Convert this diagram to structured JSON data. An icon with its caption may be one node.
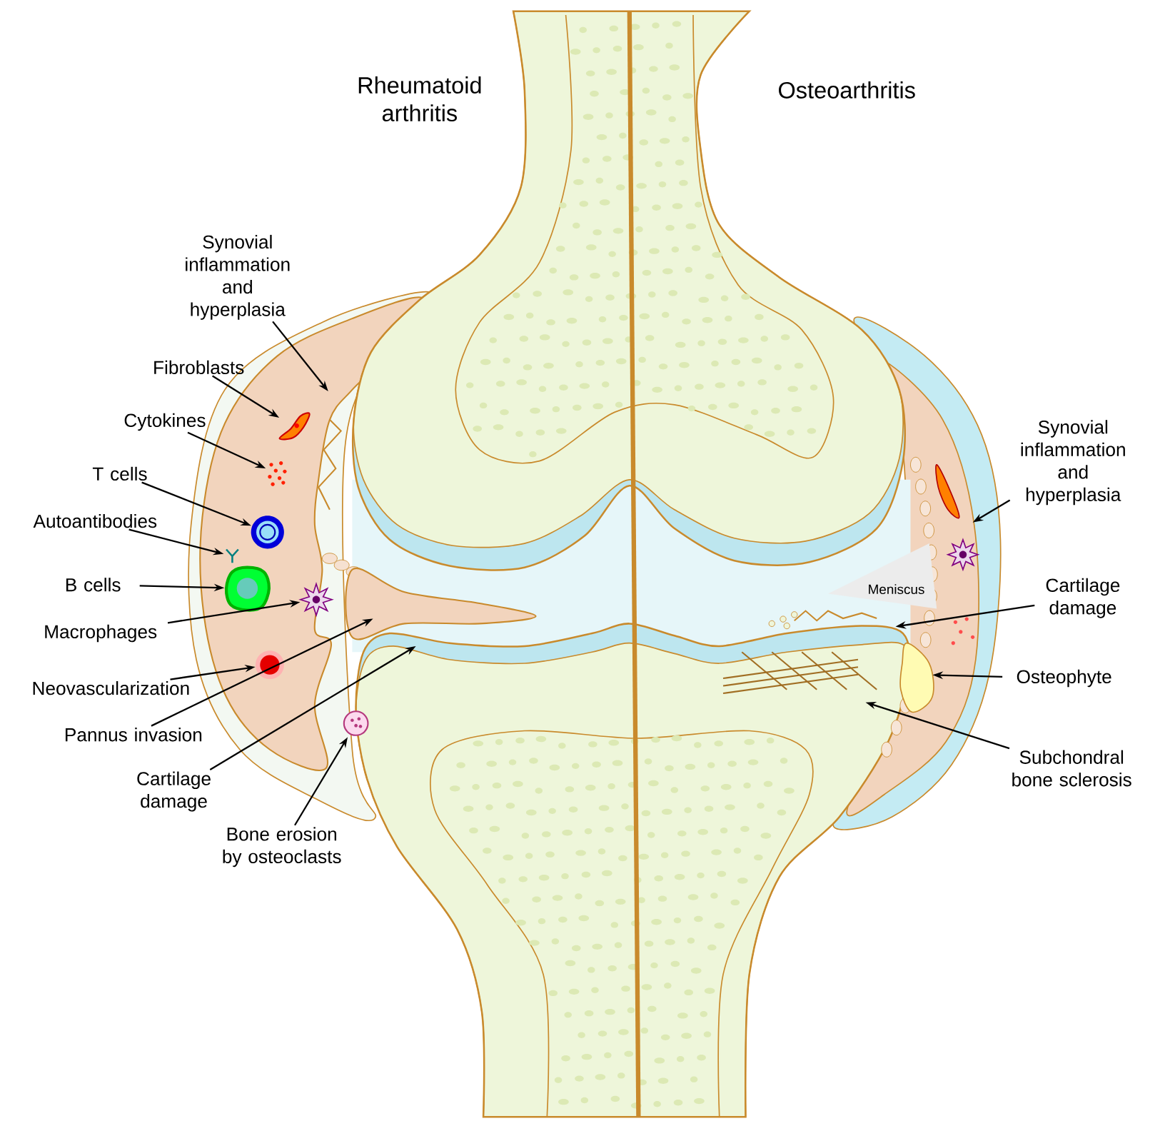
{
  "diagram": {
    "nodes": [
      {
        "text": [
          "Synovial inflammation and hyperplasia"
        ]
      },
      {
        "text": [
          "Fibroblasts"
        ]
      },
      {
        "text": [
          "Cytokines"
        ]
      },
      {
        "text": [
          "T cells"
        ]
      },
      {
        "text": [
          "Autoantibodies"
        ]
      },
      {
        "text": [
          "B cells"
        ]
      },
      {
        "text": [
          "Macrophages"
        ]
      },
      {
        "text": [
          "Neovascularization"
        ]
      },
      {
        "text": [
          "Pannus invasion"
        ]
      },
      {
        "text": [
          "Cartilage damage"
        ]
      },
      {
        "text": [
          "Bone erosion by osteoclasts"
        ]
      },
      {
        "text": [
          "Synovial inflammation and hyperplasia"
        ]
      },
      {
        "text": [
          "Meniscus"
        ]
      },
      {
        "text": [
          "Cartilage damage"
        ]
      },
      {
        "text": [
          "Osteophyte"
        ]
      },
      {
        "text": [
          "Subchondral bone sclerosis"
        ]
      },
      {
        "text": [],
        "shape": "picture"
      },
      {
        "text": [],
        "shape": "picture"
      },
      {
        "text": [],
        "shape": "circle"
      },
      {
        "text": [],
        "shape": "picture"
      },
      {
        "text": [],
        "shape": "circle"
      },
      {
        "text": [],
        "shape": "picture"
      },
      {
        "text": [],
        "shape": "circle"
      },
      {
        "text": [],
        "shape": "picture"
      },
      {
        "text": [],
        "shape": "picture"
      },
      {
        "text": [],
        "shape": "picture"
      }
    ],
    "edges": [
      {
        "from": 0,
        "to": null,
        "arrow": "to"
      },
      {
        "from": 1,
        "to": 16,
        "arrow": "to"
      },
      {
        "from": 2,
        "to": 17,
        "arrow": "to"
      },
      {
        "from": 3,
        "to": 18,
        "arrow": "to"
      },
      {
        "from": 4,
        "to": 19,
        "arrow": "to"
      },
      {
        "from": 5,
        "to": 20,
        "arrow": "to"
      },
      {
        "from": 6,
        "to": 21,
        "arrow": "to"
      },
      {
        "from": 7,
        "to": 22,
        "arrow": "to"
      },
      {
        "from": 8,
        "to": 25,
        "arrow": "to"
      },
      {
        "from": 9,
        "to": null,
        "arrow": "to"
      },
      {
        "from": 10,
        "to": 23,
        "arrow": "to"
      },
      {
        "from": 11,
        "to": null,
        "arrow": "to"
      },
      {
        "from": 13,
        "to": null,
        "arrow": "to"
      },
      {
        "from": 14,
        "to": 24,
        "arrow": "to"
      },
      {
        "from": 15,
        "to": null,
        "arrow": "to"
      }
    ],
    "labels": [
      "Rheumatoid arthritis",
      "Osteoarthritis"
    ]
  }
}
